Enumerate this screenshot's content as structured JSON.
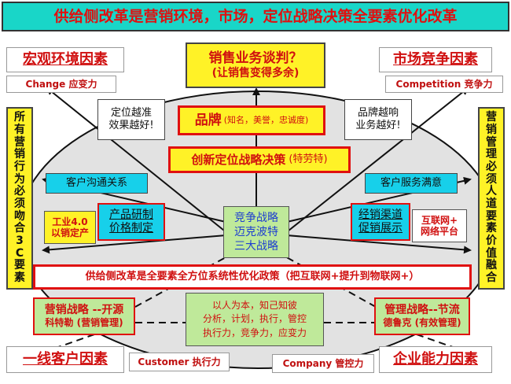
{
  "title": "供给侧改革是营销环境，市场，定位战略决策全要素优化改革",
  "corners": {
    "top_left": {
      "label": "宏观环境因素",
      "sub": "Change 应变力"
    },
    "top_right": {
      "label": "市场竞争因素",
      "sub": "Competition 竞争力"
    },
    "bottom_left": {
      "label": "一线客户因素",
      "sub": "Customer 执行力"
    },
    "bottom_right": {
      "label": "企业能力因素",
      "sub": "Company 管控力"
    }
  },
  "sales": {
    "line1": "销售业务谈判？",
    "line2": "(让销售变得多余)"
  },
  "brand": {
    "main": "品牌",
    "detail": "(知名，美誉，忠诚度)"
  },
  "notes": {
    "left": {
      "line1": "定位越准",
      "line2": "效果越好!"
    },
    "right": {
      "line1": "品牌越响",
      "line2": "业务越好!"
    }
  },
  "innovation": {
    "main": "创新定位战略决策",
    "detail": "(特劳特)"
  },
  "customer_comm": "客户沟通关系",
  "customer_service": "客户服务满意",
  "product": {
    "line1": "产品研制",
    "line2": "价格制定"
  },
  "channel": {
    "line1": "经销渠道",
    "line2": "促销展示"
  },
  "industry": {
    "line1": "工业4.0",
    "line2": "以销定产"
  },
  "internet": {
    "line1": "互联网+",
    "line2": "网络平台"
  },
  "competition_center": [
    "竞争战略",
    "迈克波特",
    "三大战略"
  ],
  "policy": "供给侧改革是全要素全方位系统性优化政策（把互联网+提升到物联网+）",
  "marketing": {
    "line1": "营销战略 --开源",
    "line2": "科特勒 (营销管理)"
  },
  "management": {
    "line1": "管理战略--节流",
    "line2": "德鲁克 (有效管理)"
  },
  "bottom_center": [
    "以人为本，知己知彼",
    "分析，计划，执行，管控",
    "执行力，竞争力，应变力"
  ],
  "left_side_text": "所有营销行为必须吻合3C要素",
  "right_side_text": "营销管理必须人道要素价值融合"
}
